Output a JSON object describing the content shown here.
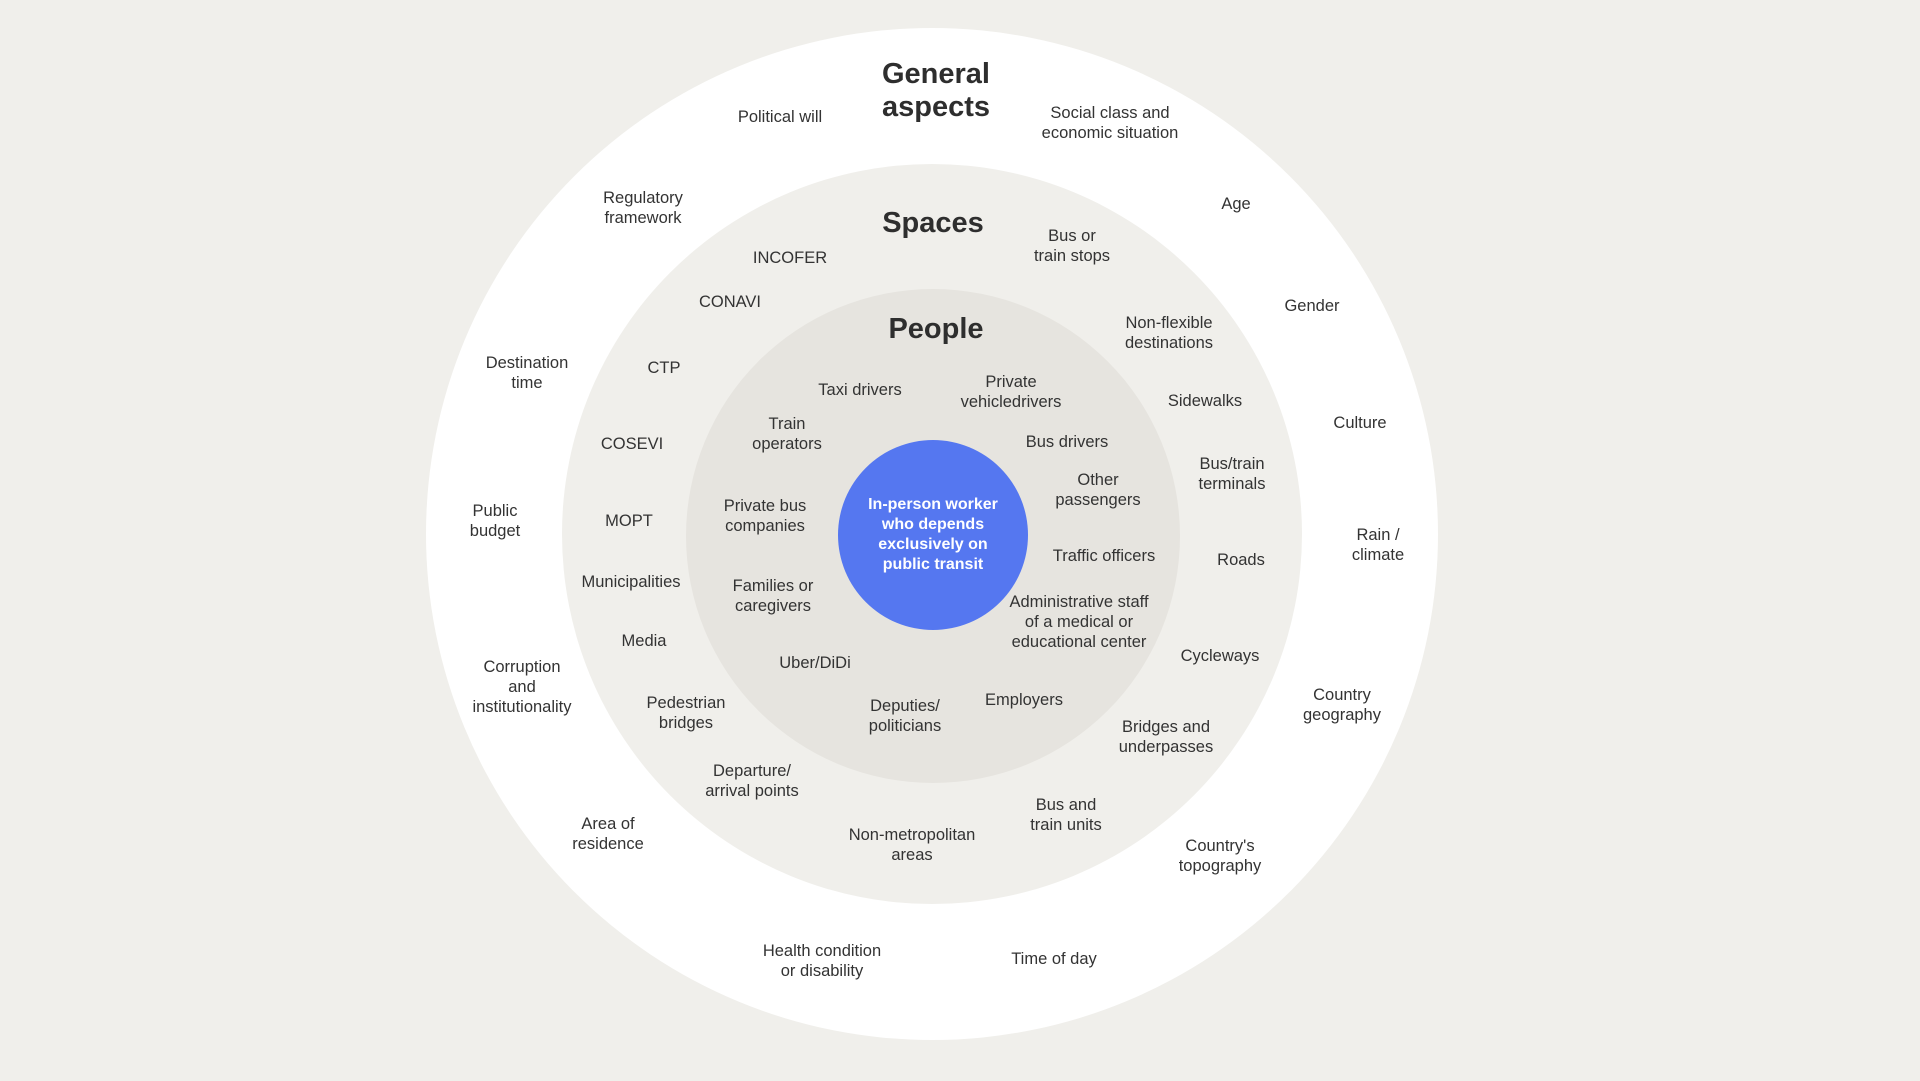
{
  "center": {
    "label": "In-person worker\nwho depends\nexclusively on\npublic transit"
  },
  "rings": {
    "general": {
      "heading": "General\naspects",
      "items": [
        "Political will",
        "Social class and\neconomic situation",
        "Age",
        "Gender",
        "Culture",
        "Rain /\nclimate",
        "Country\ngeography",
        "Country's\ntopography",
        "Time of day",
        "Health condition\nor disability",
        "Area of\nresidence",
        "Corruption\nand\ninstitutionality",
        "Public\nbudget",
        "Destination\ntime",
        "Regulatory\nframework"
      ]
    },
    "spaces": {
      "heading": "Spaces",
      "items": [
        "INCOFER",
        "CONAVI",
        "CTP",
        "COSEVI",
        "MOPT",
        "Municipalities",
        "Media",
        "Pedestrian\nbridges",
        "Departure/\narrival points",
        "Non-metropolitan\nareas",
        "Bus and\ntrain units",
        "Bridges and\nunderpasses",
        "Cycleways",
        "Roads",
        "Bus/train\nterminals",
        "Sidewalks",
        "Non-flexible\ndestinations",
        "Bus or\ntrain stops"
      ]
    },
    "people": {
      "heading": "People",
      "items": [
        "Taxi drivers",
        "Private\nvehicledrivers",
        "Bus drivers",
        "Other\npassengers",
        "Traffic officers",
        "Administrative staff\nof a medical or\neducational center",
        "Employers",
        "Deputies/\npoliticians",
        "Uber/DiDi",
        "Families or\ncaregivers",
        "Private bus\ncompanies",
        "Train\noperators"
      ]
    }
  }
}
